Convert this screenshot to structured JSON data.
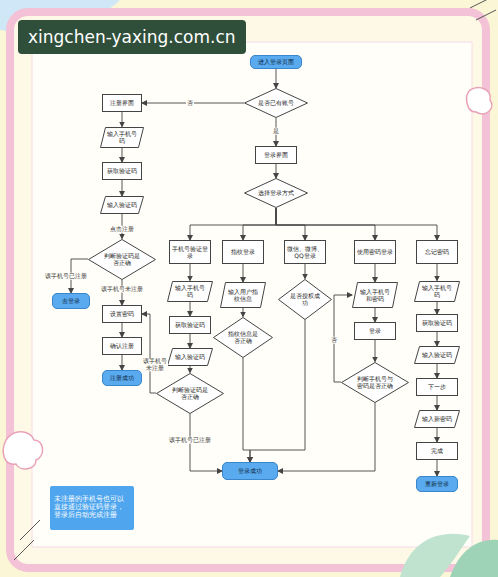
{
  "diagram": {
    "nodes": [
      {
        "text": [
          "进入登录页面"
        ]
      },
      {
        "text": [
          "是否已有账号"
        ]
      },
      {
        "text": [
          "注册界面"
        ]
      },
      {
        "text": [
          "输入手机号码"
        ]
      },
      {
        "text": [
          "获取验证码"
        ]
      },
      {
        "text": [
          "输入验证码"
        ]
      },
      {
        "text": [
          "判断验证码是否正确"
        ]
      },
      {
        "text": [
          "去登录"
        ]
      },
      {
        "text": [
          "设置密码"
        ]
      },
      {
        "text": [
          "确认注册"
        ]
      },
      {
        "text": [
          "注册成功"
        ]
      },
      {
        "text": [
          "登录界面"
        ]
      },
      {
        "text": [
          "选择登录方式"
        ]
      },
      {
        "text": [
          "手机号验证登录"
        ]
      },
      {
        "text": [
          "指纹登录"
        ]
      },
      {
        "text": [
          "微信、微博、QQ登录"
        ]
      },
      {
        "text": [
          "使用密码登录"
        ]
      },
      {
        "text": [
          "忘记密码"
        ]
      },
      {
        "text": [
          "输入手机号码"
        ]
      },
      {
        "text": [
          "获取验证码"
        ]
      },
      {
        "text": [
          "输入验证码"
        ]
      },
      {
        "text": [
          "判断验证码是否正确"
        ]
      },
      {
        "text": [
          "输入用户指纹信息"
        ]
      },
      {
        "text": [
          "指纹信息是否正确"
        ]
      },
      {
        "text": [
          "是否授权成功"
        ]
      },
      {
        "text": [
          "输入手机号和密码"
        ]
      },
      {
        "text": [
          "登录"
        ]
      },
      {
        "text": [
          "判断手机号与密码是否正确"
        ]
      },
      {
        "text": [
          "输入手机号码"
        ]
      },
      {
        "text": [
          "获取验证码"
        ]
      },
      {
        "text": [
          "输入验证码"
        ]
      },
      {
        "text": [
          "下一步"
        ]
      },
      {
        "text": [
          "输入新密码"
        ]
      },
      {
        "text": [
          "完成"
        ]
      },
      {
        "text": [
          "重新登录"
        ]
      },
      {
        "text": [
          "登录成功"
        ]
      },
      {
        "text": [
          "未注册的手机号也可以直接通过验证码登录，登录后自动完成注册"
        ]
      }
    ],
    "edges": [
      {
        "from": 0,
        "to": 1,
        "arrow": "to"
      },
      {
        "from": 1,
        "to": 2,
        "label": "否",
        "arrow": "to"
      },
      {
        "from": 1,
        "to": 11,
        "label": "是",
        "arrow": "to"
      },
      {
        "from": 2,
        "to": 3,
        "arrow": "to"
      },
      {
        "from": 3,
        "to": 4,
        "arrow": "to"
      },
      {
        "from": 4,
        "to": 5,
        "arrow": "to"
      },
      {
        "from": 5,
        "to": 6,
        "label": "点击注册",
        "arrow": "to"
      },
      {
        "from": 6,
        "to": 7,
        "label": "该手机号已注册",
        "arrow": "to"
      },
      {
        "from": 6,
        "to": 8,
        "label": "该手机号未注册",
        "arrow": "to"
      },
      {
        "from": 8,
        "to": 9,
        "arrow": "to"
      },
      {
        "from": 9,
        "to": 10,
        "arrow": "to"
      },
      {
        "from": 11,
        "to": 12,
        "arrow": "to"
      },
      {
        "from": 12,
        "to": 13,
        "arrow": "to"
      },
      {
        "from": 12,
        "to": 14,
        "arrow": "to"
      },
      {
        "from": 12,
        "to": 15,
        "arrow": "to"
      },
      {
        "from": 12,
        "to": 16,
        "arrow": "to"
      },
      {
        "from": 12,
        "to": 17,
        "arrow": "to"
      },
      {
        "from": 13,
        "to": 18,
        "arrow": "to"
      },
      {
        "from": 18,
        "to": 19,
        "arrow": "to"
      },
      {
        "from": 19,
        "to": 20,
        "arrow": "to"
      },
      {
        "from": 20,
        "to": 21,
        "arrow": "to"
      },
      {
        "from": 21,
        "to": 8,
        "label": "该手机号未注册",
        "arrow": "to"
      },
      {
        "from": 21,
        "to": 35,
        "label": "该手机号已注册",
        "arrow": "to"
      },
      {
        "from": 14,
        "to": 22,
        "arrow": "to"
      },
      {
        "from": 22,
        "to": 23,
        "arrow": "to"
      },
      {
        "from": 23,
        "to": 35,
        "arrow": "to"
      },
      {
        "from": 15,
        "to": 24,
        "arrow": "to"
      },
      {
        "from": 24,
        "to": 35,
        "arrow": "to"
      },
      {
        "from": 16,
        "to": 25,
        "arrow": "to"
      },
      {
        "from": 25,
        "to": 26,
        "arrow": "to"
      },
      {
        "from": 26,
        "to": 27,
        "arrow": "to"
      },
      {
        "from": 27,
        "to": 25,
        "label": "否",
        "arrow": "to"
      },
      {
        "from": 27,
        "to": 35,
        "arrow": "to"
      },
      {
        "from": 17,
        "to": 28,
        "arrow": "to"
      },
      {
        "from": 28,
        "to": 29,
        "arrow": "to"
      },
      {
        "from": 29,
        "to": 30,
        "arrow": "to"
      },
      {
        "from": 30,
        "to": 31,
        "arrow": "to"
      },
      {
        "from": 31,
        "to": 32,
        "arrow": "to"
      },
      {
        "from": 32,
        "to": 33,
        "arrow": "to"
      },
      {
        "from": 33,
        "to": 34,
        "arrow": "to"
      }
    ],
    "labels": [
      "xingchen-yaxing.com.cn"
    ]
  }
}
